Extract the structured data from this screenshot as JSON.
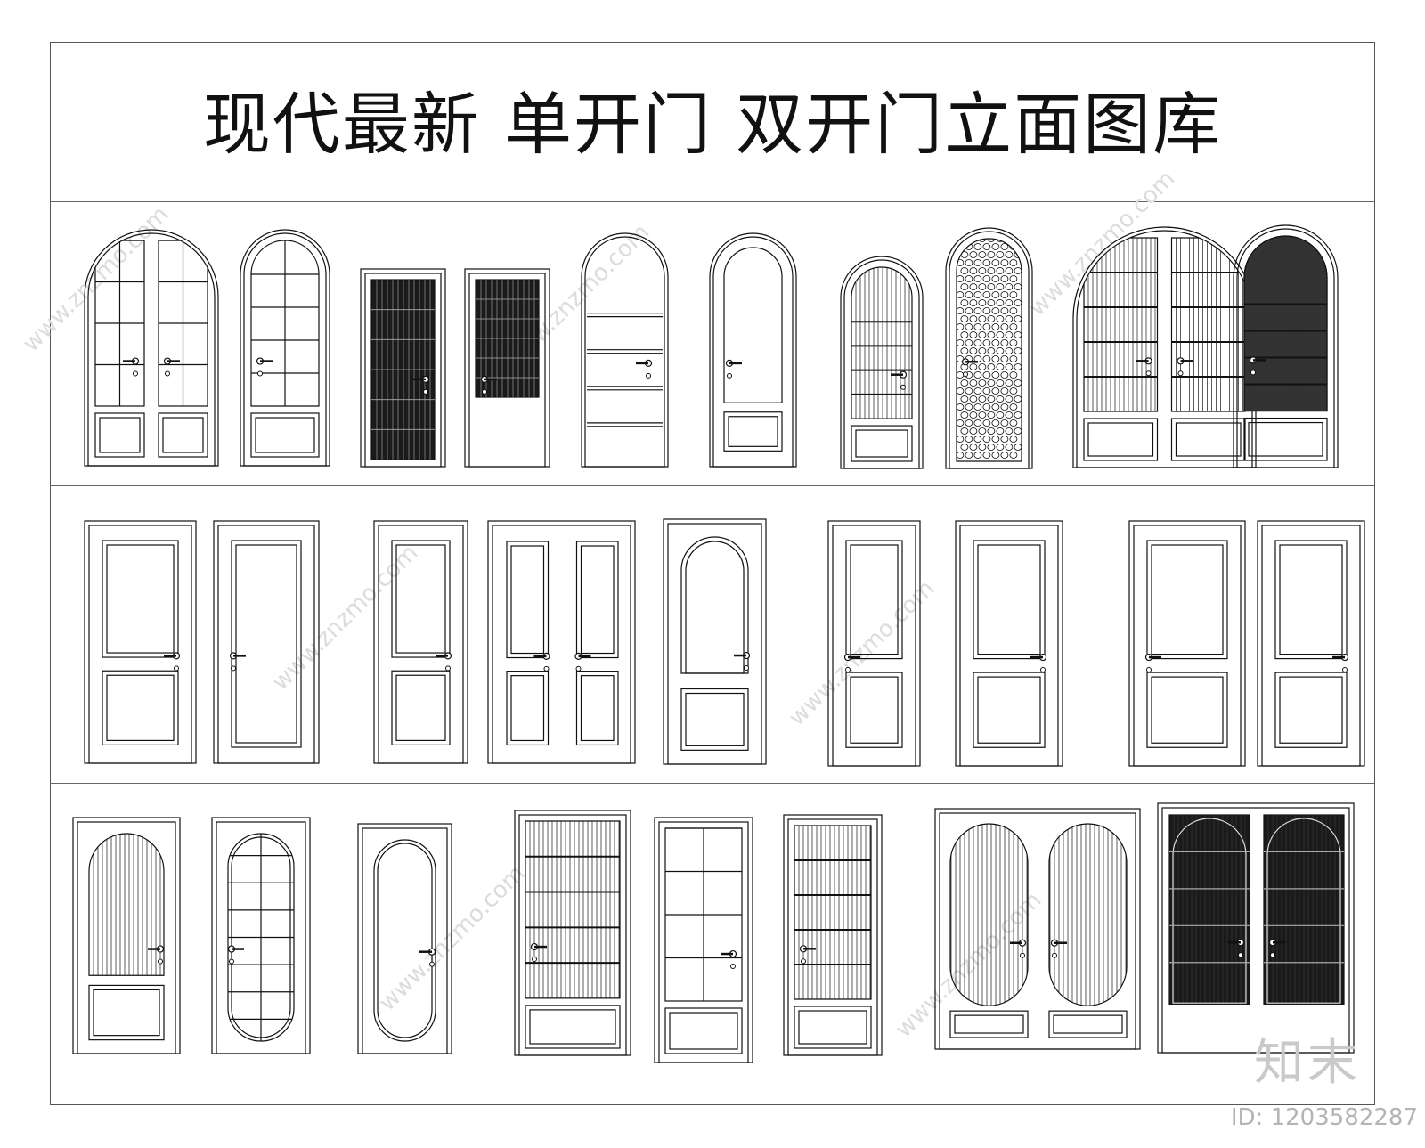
{
  "title": "现代最新  单开门  双开门立面图库",
  "watermarks": {
    "site": "www.znzmo.com",
    "logo": "知末",
    "id": "ID: 1203582287"
  },
  "rows": [
    [
      {
        "kind": "arch-double",
        "fill": "grid"
      },
      {
        "kind": "arch-single",
        "fill": "grid"
      },
      {
        "kind": "rect-single",
        "fill": "dark-slats"
      },
      {
        "kind": "rect-single",
        "fill": "dark-slats-kick"
      },
      {
        "kind": "arch-single",
        "fill": "plain-lines"
      },
      {
        "kind": "arch-single",
        "fill": "panel"
      },
      {
        "kind": "arch-single",
        "fill": "slats-panel"
      },
      {
        "kind": "arch-single",
        "fill": "pebble"
      },
      {
        "kind": "arch-double",
        "fill": "slats-panel"
      },
      {
        "kind": "arch-single",
        "fill": "slats-panel"
      }
    ],
    [
      {
        "kind": "rect-single",
        "fill": "two-panel"
      },
      {
        "kind": "rect-single",
        "fill": "one-panel"
      },
      {
        "kind": "rect-single",
        "fill": "two-panel"
      },
      {
        "kind": "rect-double",
        "fill": "two-panel"
      },
      {
        "kind": "rect-single",
        "fill": "arch-panel"
      },
      {
        "kind": "rect-single",
        "fill": "two-panel"
      },
      {
        "kind": "rect-single",
        "fill": "two-panel"
      },
      {
        "kind": "rect-single",
        "fill": "two-panel"
      },
      {
        "kind": "rect-single",
        "fill": "two-panel"
      }
    ],
    [
      {
        "kind": "rect-single",
        "fill": "arch-slats"
      },
      {
        "kind": "rect-single",
        "fill": "capsule-grid"
      },
      {
        "kind": "rect-single",
        "fill": "capsule"
      },
      {
        "kind": "rect-single",
        "fill": "slats-panel"
      },
      {
        "kind": "rect-single",
        "fill": "grid"
      },
      {
        "kind": "rect-single",
        "fill": "slats-panel"
      },
      {
        "kind": "rect-double",
        "fill": "capsule-slats"
      },
      {
        "kind": "rect-double",
        "fill": "dark-arch"
      }
    ]
  ]
}
